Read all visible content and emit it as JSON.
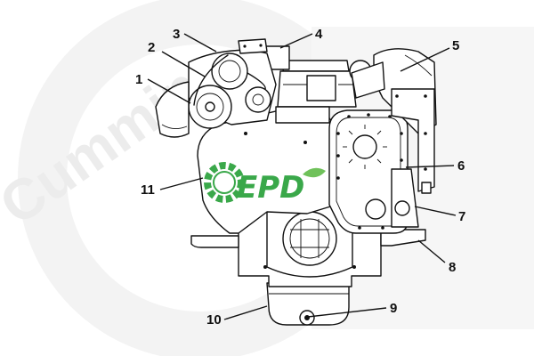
{
  "watermark": {
    "text": "Cummins"
  },
  "logo": {
    "text": "EPD",
    "colors": {
      "green": "#3aa84a",
      "leaf": "#6fc15a"
    }
  },
  "callouts": [
    {
      "id": "1",
      "label": "1"
    },
    {
      "id": "2",
      "label": "2"
    },
    {
      "id": "3",
      "label": "3"
    },
    {
      "id": "4",
      "label": "4"
    },
    {
      "id": "5",
      "label": "5"
    },
    {
      "id": "6",
      "label": "6"
    },
    {
      "id": "7",
      "label": "7"
    },
    {
      "id": "8",
      "label": "8"
    },
    {
      "id": "9",
      "label": "9"
    },
    {
      "id": "10",
      "label": "10"
    },
    {
      "id": "11",
      "label": "11"
    }
  ]
}
